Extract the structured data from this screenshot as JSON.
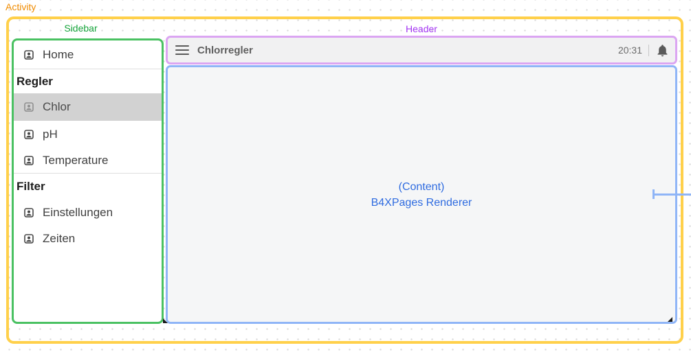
{
  "labels": {
    "activity": "Activity",
    "sidebar": "Sidebar",
    "header": "Header"
  },
  "sidebar": {
    "items": [
      {
        "label": "Home",
        "type": "item",
        "selected": false
      },
      {
        "label": "Regler",
        "type": "section_header"
      },
      {
        "label": "Chlor",
        "type": "item",
        "selected": true
      },
      {
        "label": "pH",
        "type": "item",
        "selected": false
      },
      {
        "label": "Temperature",
        "type": "item",
        "selected": false
      },
      {
        "label": "Filter",
        "type": "section_header"
      },
      {
        "label": "Einstellungen",
        "type": "item",
        "selected": false
      },
      {
        "label": "Zeiten",
        "type": "item",
        "selected": false
      }
    ],
    "item_icon": "account-box-icon"
  },
  "header": {
    "title": "Chlorregler",
    "time": "20:31",
    "menu_icon": "hamburger-menu-icon",
    "notification_icon": "bell-icon"
  },
  "content": {
    "line1": "(Content)",
    "line2": "B4XPages Renderer"
  },
  "colors": {
    "activity_border": "#FFD04A",
    "activity_label": "#F08B00",
    "sidebar_border": "#4AC162",
    "sidebar_label": "#16A43B",
    "header_border": "#DBA5F2",
    "header_label": "#A335F2",
    "content_border": "#8FB5F7",
    "content_text": "#2E6BE0",
    "header_bg": "#F1F1F2",
    "content_bg": "#F5F6F7",
    "sidebar_bg": "#FFFFFF",
    "selected_item_bg": "#D2D2D2"
  }
}
